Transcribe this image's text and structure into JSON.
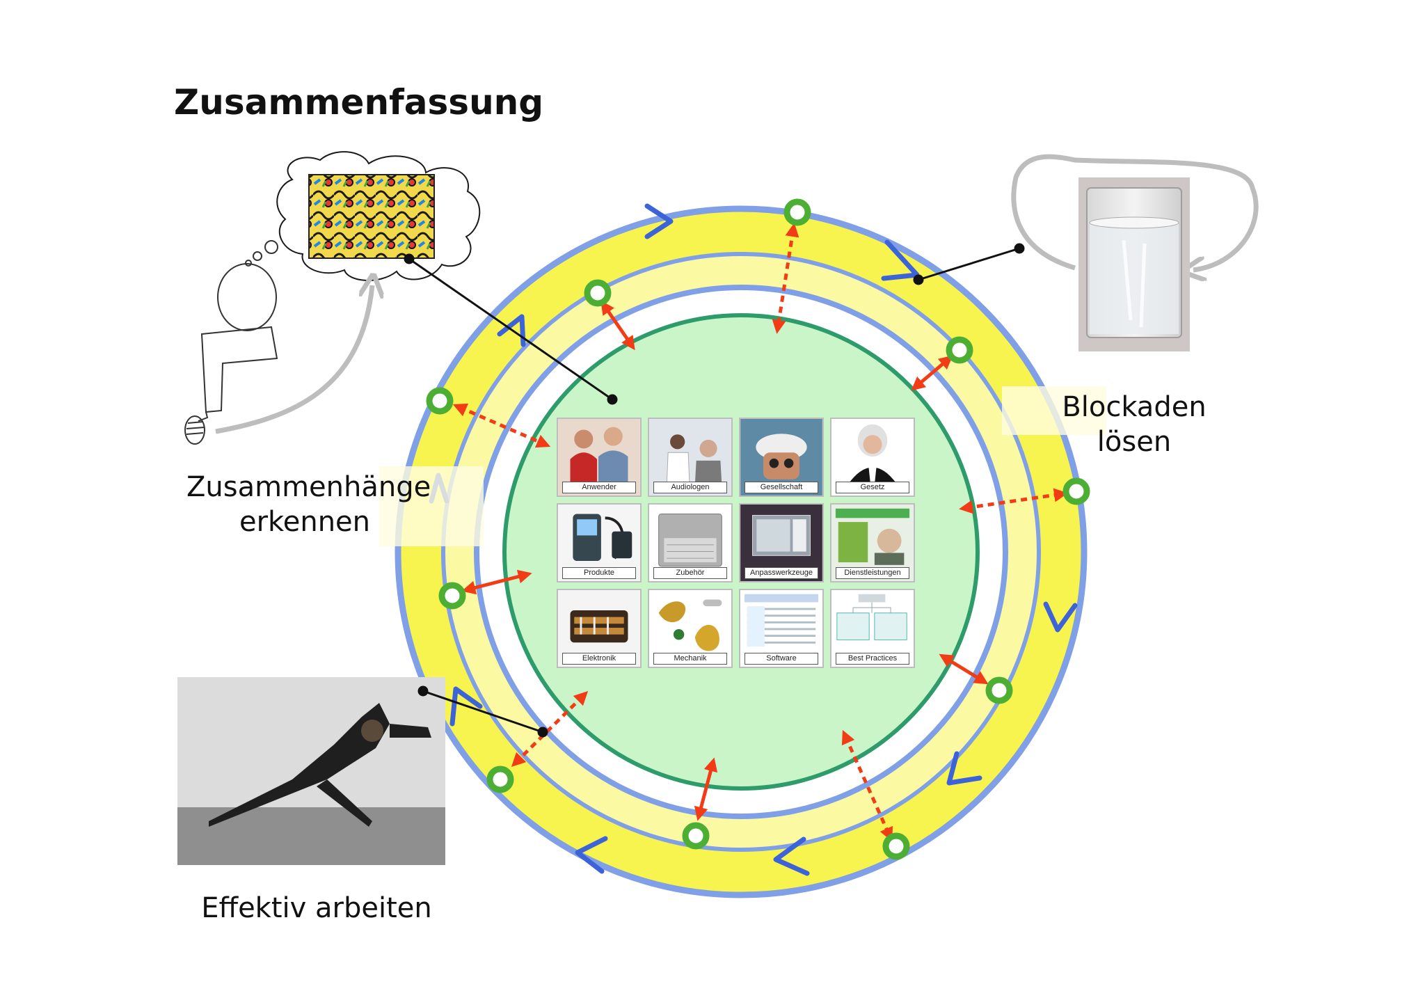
{
  "title": "Zusammenfassung",
  "labels": {
    "zusammenhaenge_line1": "Zusammenhänge",
    "zusammenhaenge_line2": "erkennen",
    "blockaden": "Blockaden lösen",
    "effektiv": "Effektiv arbeiten"
  },
  "tiles": [
    {
      "label": "Anwender"
    },
    {
      "label": "Audiologen"
    },
    {
      "label": "Gesellschaft"
    },
    {
      "label": "Gesetz"
    },
    {
      "label": "Produkte"
    },
    {
      "label": "Zubehör"
    },
    {
      "label": "Anpasswerkzeuge"
    },
    {
      "label": "Dienstleistungen"
    },
    {
      "label": "Elektronik"
    },
    {
      "label": "Mechanik"
    },
    {
      "label": "Software"
    },
    {
      "label": "Best Practices"
    }
  ],
  "colors": {
    "outer_ring": "#f7f44f",
    "ring_border": "#7f9fe6",
    "inner_disc": "#c9f5c9",
    "inner_border": "#2e9c6a",
    "node": "#4caf33",
    "arrow": "#f23c16",
    "flow_arrow": "#3d63d9"
  },
  "icons": [
    "thought-bubble-icon",
    "person-outline-icon",
    "loop-arrow-icon",
    "flow-chevron-icon",
    "node-circle-icon"
  ]
}
